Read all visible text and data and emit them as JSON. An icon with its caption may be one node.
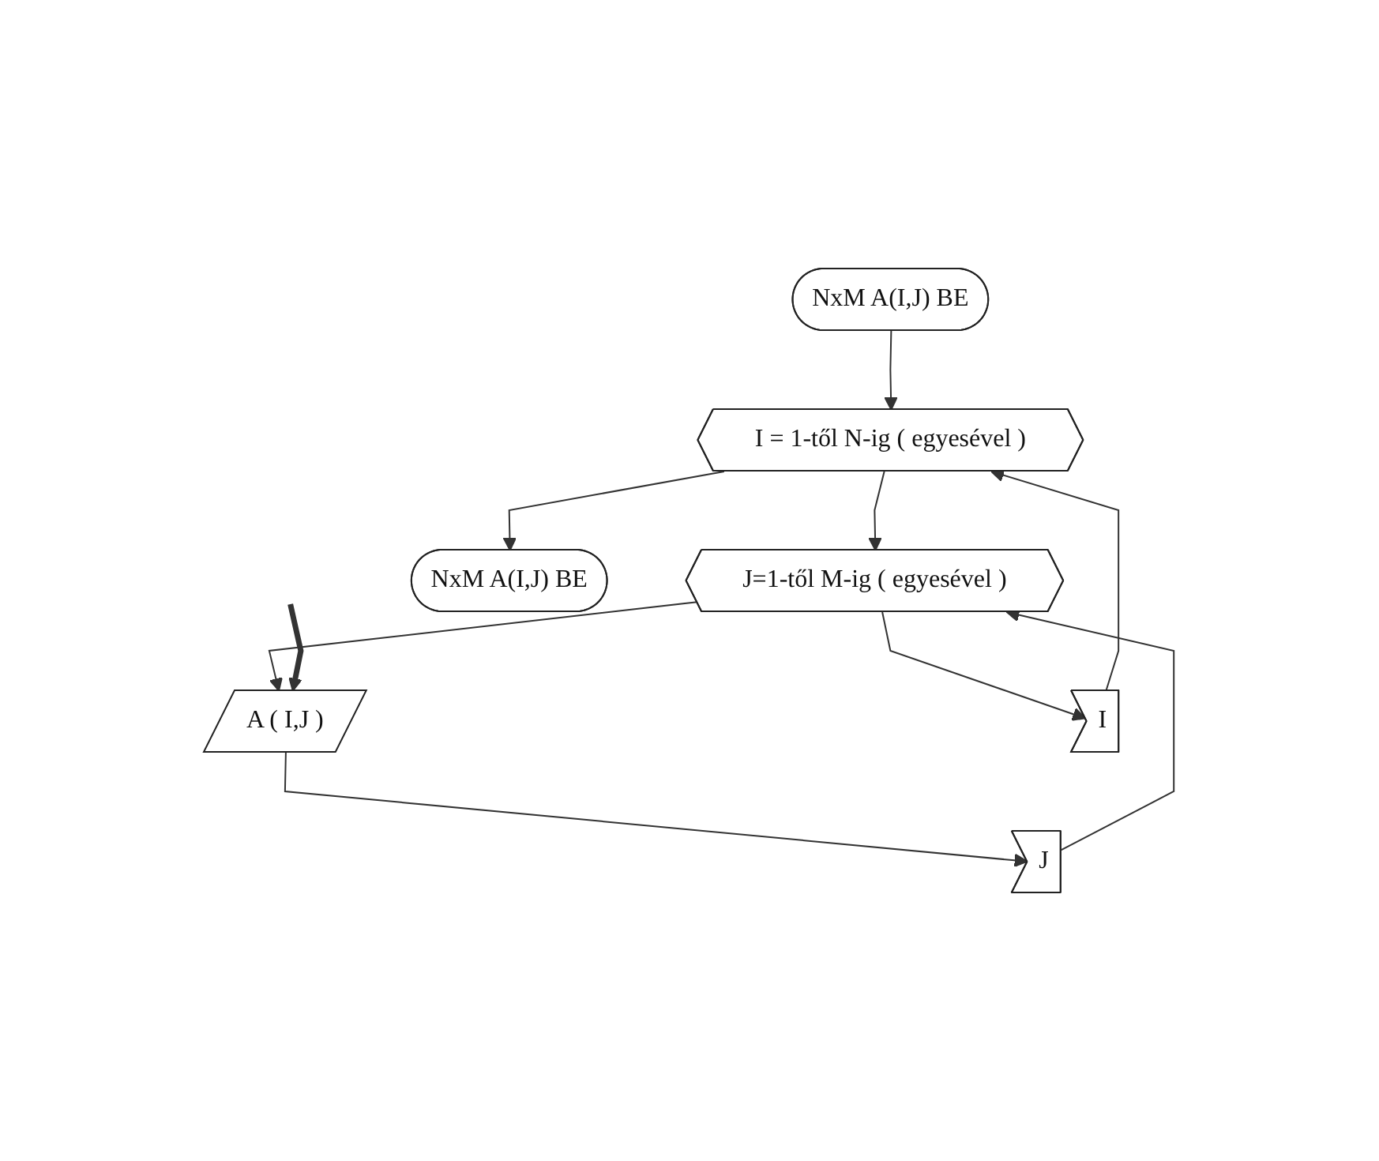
{
  "diagram": {
    "nodes": [
      {
        "text": [
          "NxM A(I,J) BE"
        ]
      },
      {
        "text": [
          "I = 1-től N-ig ( egyesével )"
        ]
      },
      {
        "text": [
          "J=1-től M-ig ( egyesével )"
        ]
      },
      {
        "text": [
          "A ( I,J )"
        ]
      },
      {
        "text": [
          "J"
        ]
      },
      {
        "text": [
          "I"
        ]
      },
      {
        "text": [
          "NxM A(I,J) BE"
        ]
      }
    ],
    "edges": [
      {
        "from": 0,
        "to": 1,
        "arrow": "to"
      },
      {
        "from": 1,
        "to": 2,
        "arrow": "to"
      },
      {
        "from": 2,
        "to": 3,
        "arrow": "to"
      },
      {
        "from": 3,
        "to": 4,
        "arrow": "to"
      },
      {
        "from": 4,
        "to": 2,
        "arrow": "to"
      },
      {
        "from": 2,
        "to": 5,
        "arrow": "to"
      },
      {
        "from": 5,
        "to": 1,
        "arrow": "to"
      },
      {
        "from": 1,
        "to": 6,
        "arrow": "to"
      },
      {
        "from": null,
        "to": 3,
        "arrow": "to",
        "style": "thick"
      }
    ]
  }
}
